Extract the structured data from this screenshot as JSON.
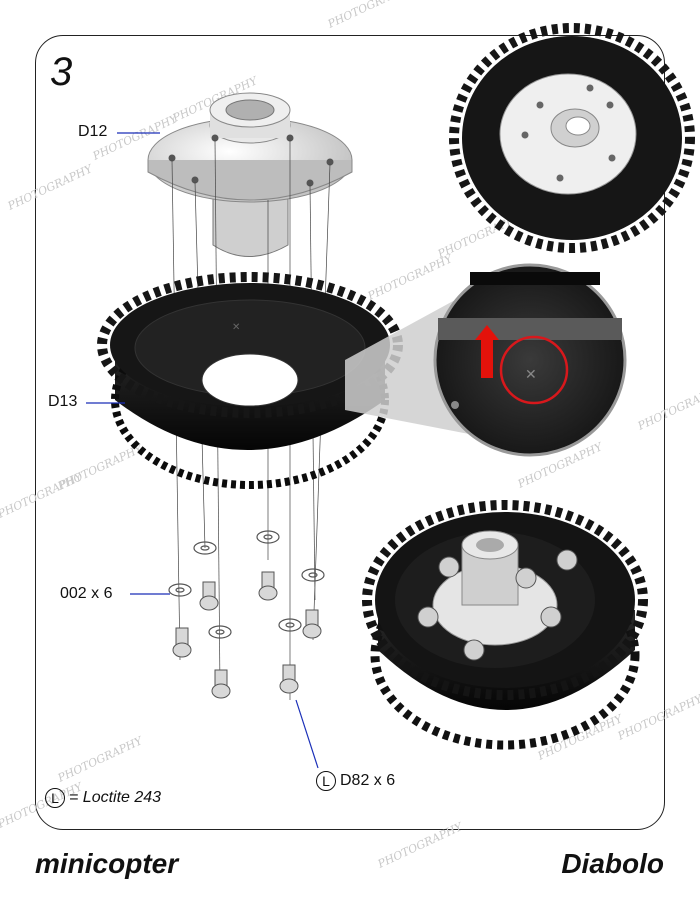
{
  "step_number": "3",
  "labels": {
    "hub": "D12",
    "gear": "D13",
    "washer": "002 x 6",
    "screw": "D82 x 6",
    "screw_prefix": "L"
  },
  "legend": {
    "symbol": "L",
    "text": "= Loctite 243"
  },
  "footer": {
    "brand_left": "minicopter",
    "brand_right": "Diabolo"
  },
  "watermark": "PHOTOGRAPHY",
  "colors": {
    "gear": "#161616",
    "hub": "#d8d8d8",
    "leader": "#1a2fb8",
    "arrow": "#e3120b",
    "highlight_circle": "#d8181c"
  },
  "icons": [
    "arrow-up-icon",
    "highlight-circle-icon",
    "loctite-circle-icon"
  ]
}
